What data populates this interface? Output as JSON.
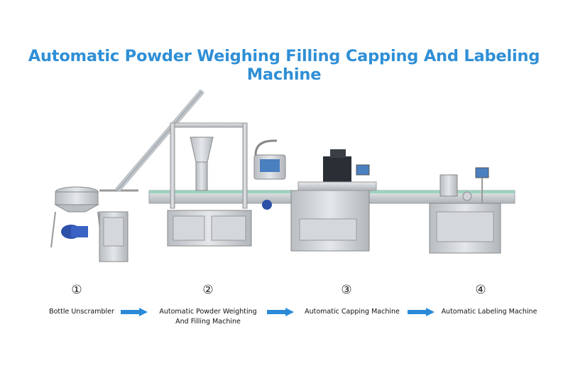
{
  "title": "Automatic Powder Weighing Filling Capping And Labeling Machine",
  "colors": {
    "title": "#2f8fd6",
    "arrow": "#2a8ad8",
    "steel": "#c9ced3"
  },
  "steps": [
    {
      "number": "①",
      "label": "Bottle Unscrambler"
    },
    {
      "number": "②",
      "label_line1": "Automatic Powder Weighting",
      "label_line2": "And Filling Machine"
    },
    {
      "number": "③",
      "label": "Automatic Capping Machine"
    },
    {
      "number": "④",
      "label": "Automatic Labeling Machine"
    }
  ],
  "icons": [
    "machine-line-illustration",
    "arrow-right-icon"
  ]
}
